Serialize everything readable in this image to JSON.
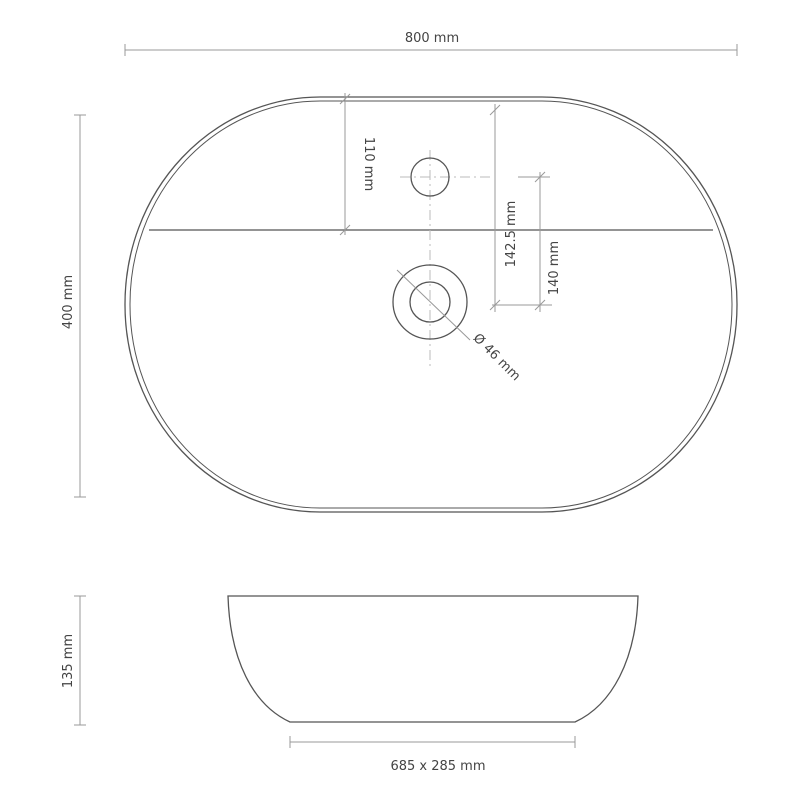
{
  "dimensions": {
    "width": "800 mm",
    "depth": "400 mm",
    "overflow_offset": "110 mm",
    "drain_to_edge": "142.5 mm",
    "overflow_to_drain": "140 mm",
    "drain_diameter": "Ø 46 mm",
    "height": "135 mm",
    "base": "685 x 285 mm"
  },
  "colors": {
    "line": "#555555",
    "dimension": "#999999",
    "text": "#444444"
  }
}
